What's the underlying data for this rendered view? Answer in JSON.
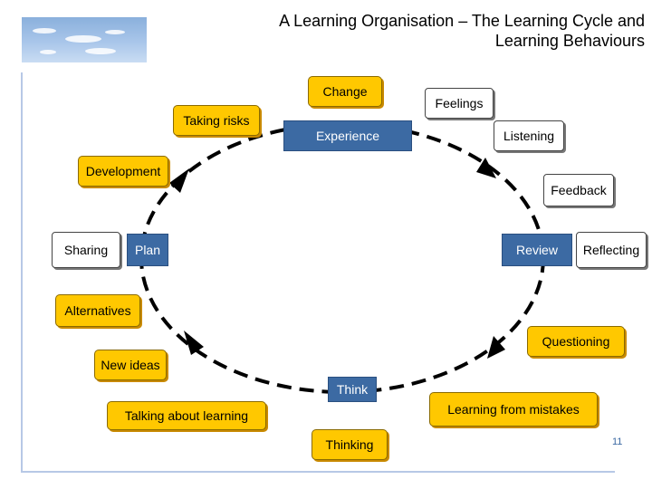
{
  "title": "A Learning Organisation – The Learning Cycle and Learning Behaviours",
  "cycle_stages": {
    "experience": "Experience",
    "review": "Review",
    "think": "Think",
    "plan": "Plan"
  },
  "behaviours": {
    "change": "Change",
    "feelings": "Feelings",
    "taking_risks": "Taking risks",
    "listening": "Listening",
    "development": "Development",
    "feedback": "Feedback",
    "sharing": "Sharing",
    "reflecting": "Reflecting",
    "alternatives": "Alternatives",
    "questioning": "Questioning",
    "new_ideas": "New ideas",
    "learning_from_mistakes": "Learning from mistakes",
    "talking_about_learning": "Talking about learning",
    "thinking": "Thinking"
  },
  "page_number": "11",
  "colors": {
    "accent_blue": "#3c6aa3",
    "behaviour_yellow": "#ffc800"
  }
}
